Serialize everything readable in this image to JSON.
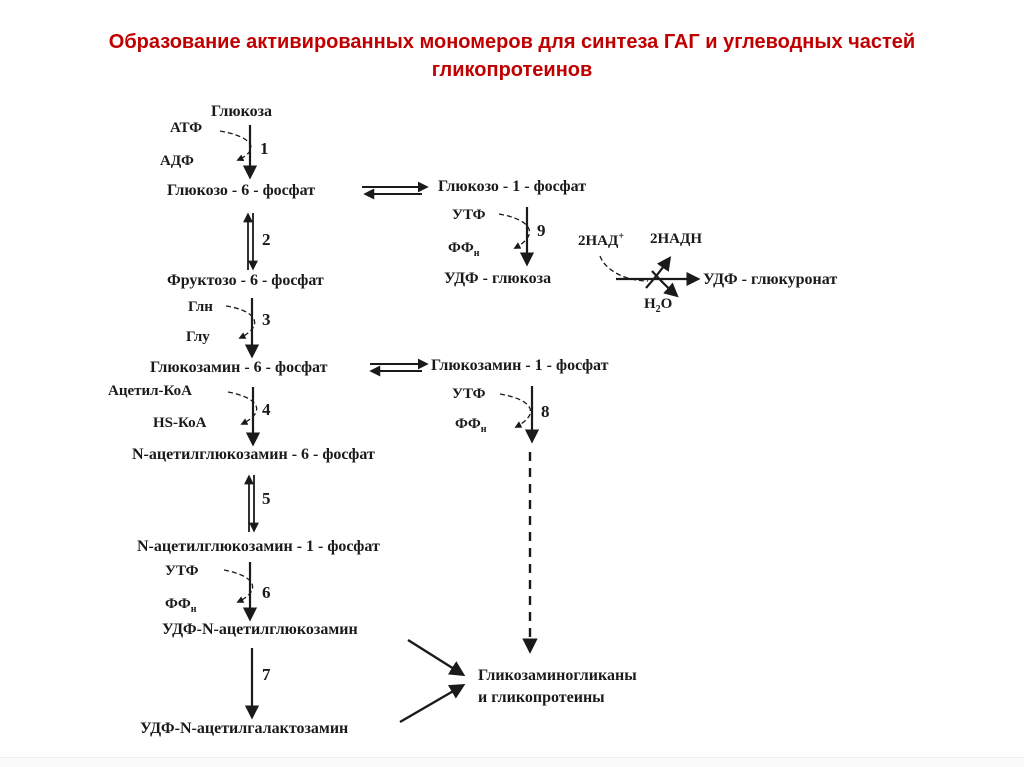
{
  "slide": {
    "title_line1": "Образование активированных мономеров для синтеза ГАГ и углеводных частей",
    "title_line2": "гликопротеинов"
  },
  "colors": {
    "title_red": "#c00000",
    "ink": "#1a1a1a"
  },
  "diagram": {
    "metabolites": {
      "glucose": "Глюкоза",
      "glucose_6_phosphate": "Глюкозо - 6 - фосфат",
      "glucose_1_phosphate": "Глюкозо - 1 - фосфат",
      "udp_glucose": "УДФ - глюкоза",
      "udp_glucuronate": "УДФ - глюкуронат",
      "fructose_6_phosphate": "Фруктозо - 6 - фосфат",
      "glucosamine_6_phosphate": "Глюкозамин - 6 - фосфат",
      "glucosamine_1_phosphate": "Глюкозамин - 1 - фосфат",
      "n_acetylglucosamine_6_phosphate": "N-ацетилглюкозамин - 6 - фосфат",
      "n_acetylglucosamine_1_phosphate": "N-ацетилглюкозамин - 1 - фосфат",
      "udp_n_acetylglucosamine": "УДФ-N-ацетилглюкозамин",
      "udp_n_acetylgalactosamine": "УДФ-N-ацетилгалактозамин",
      "products_line1": "Гликозаминогликаны",
      "products_line2": "и гликопротеины"
    },
    "cofactors": {
      "atp": "АТФ",
      "adp": "АДФ",
      "utf": "УТФ",
      "ff_base": "ФФ",
      "ff_sub": "н",
      "gln": "Глн",
      "glu": "Глу",
      "acetyl_coa": "Ацетил-КоА",
      "hs_coa": "HS-КоА",
      "nad_base": "2НАД",
      "nad_sup": "+",
      "nadh": "2НАДН",
      "h2o_h": "Н",
      "h2o_sub": "2",
      "h2o_o": "О"
    },
    "reaction_numbers": {
      "r1": "1",
      "r2": "2",
      "r3": "3",
      "r4": "4",
      "r5": "5",
      "r6": "6",
      "r7": "7",
      "r8": "8",
      "r9": "9"
    }
  }
}
